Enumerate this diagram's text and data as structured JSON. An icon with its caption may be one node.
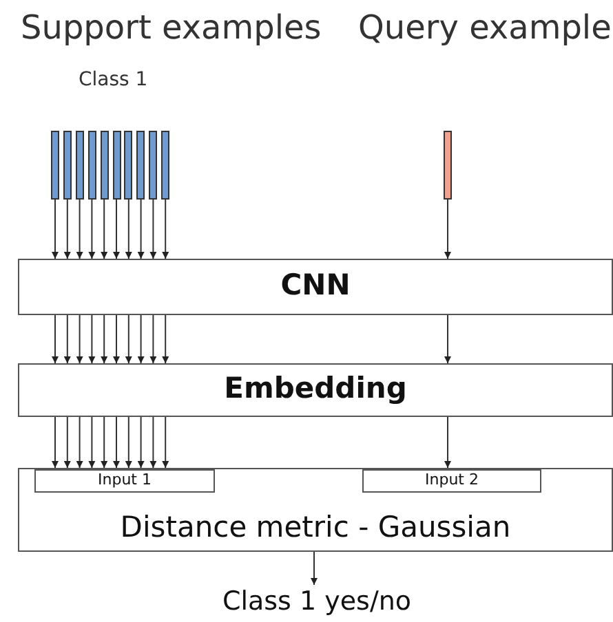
{
  "diagram": {
    "nodes": [
      {
        "text": [],
        "shape": "bar"
      },
      {
        "text": [],
        "shape": "bar"
      },
      {
        "text": [],
        "shape": "bar"
      },
      {
        "text": [],
        "shape": "bar"
      },
      {
        "text": [],
        "shape": "bar"
      },
      {
        "text": [],
        "shape": "bar"
      },
      {
        "text": [],
        "shape": "bar"
      },
      {
        "text": [],
        "shape": "bar"
      },
      {
        "text": [],
        "shape": "bar"
      },
      {
        "text": [],
        "shape": "bar"
      },
      {
        "text": [],
        "shape": "bar"
      },
      {
        "text": [
          "CNN"
        ]
      },
      {
        "text": [
          "Embedding"
        ]
      },
      {
        "text": [
          "Distance metric - Gaussian"
        ]
      },
      {
        "text": [
          "Input 1"
        ],
        "in": 13
      },
      {
        "text": [
          "Input 2"
        ],
        "in": 13
      },
      {
        "text": [
          "Class 1 yes/no"
        ]
      }
    ],
    "edges": [
      {
        "from": 0,
        "to": 11,
        "arrow": "to"
      },
      {
        "from": 1,
        "to": 11,
        "arrow": "to"
      },
      {
        "from": 2,
        "to": 11,
        "arrow": "to"
      },
      {
        "from": 3,
        "to": 11,
        "arrow": "to"
      },
      {
        "from": 4,
        "to": 11,
        "arrow": "to"
      },
      {
        "from": 5,
        "to": 11,
        "arrow": "to"
      },
      {
        "from": 6,
        "to": 11,
        "arrow": "to"
      },
      {
        "from": 7,
        "to": 11,
        "arrow": "to"
      },
      {
        "from": 8,
        "to": 11,
        "arrow": "to"
      },
      {
        "from": 9,
        "to": 11,
        "arrow": "to"
      },
      {
        "from": 10,
        "to": 11,
        "arrow": "to"
      },
      {
        "from": 11,
        "to": 12,
        "arrow": "to"
      },
      {
        "from": 11,
        "to": 12,
        "arrow": "to"
      },
      {
        "from": 11,
        "to": 12,
        "arrow": "to"
      },
      {
        "from": 11,
        "to": 12,
        "arrow": "to"
      },
      {
        "from": 11,
        "to": 12,
        "arrow": "to"
      },
      {
        "from": 11,
        "to": 12,
        "arrow": "to"
      },
      {
        "from": 11,
        "to": 12,
        "arrow": "to"
      },
      {
        "from": 11,
        "to": 12,
        "arrow": "to"
      },
      {
        "from": 11,
        "to": 12,
        "arrow": "to"
      },
      {
        "from": 11,
        "to": 12,
        "arrow": "to"
      },
      {
        "from": 11,
        "to": 12,
        "arrow": "to"
      },
      {
        "from": 12,
        "to": 14,
        "arrow": "to"
      },
      {
        "from": 12,
        "to": 14,
        "arrow": "to"
      },
      {
        "from": 12,
        "to": 14,
        "arrow": "to"
      },
      {
        "from": 12,
        "to": 14,
        "arrow": "to"
      },
      {
        "from": 12,
        "to": 14,
        "arrow": "to"
      },
      {
        "from": 12,
        "to": 14,
        "arrow": "to"
      },
      {
        "from": 12,
        "to": 14,
        "arrow": "to"
      },
      {
        "from": 12,
        "to": 14,
        "arrow": "to"
      },
      {
        "from": 12,
        "to": 14,
        "arrow": "to"
      },
      {
        "from": 12,
        "to": 14,
        "arrow": "to"
      },
      {
        "from": 12,
        "to": 15,
        "arrow": "to"
      },
      {
        "from": 13,
        "to": 16,
        "arrow": "to"
      }
    ],
    "labels": [
      "Support examples",
      "Query example",
      "Class 1"
    ]
  }
}
